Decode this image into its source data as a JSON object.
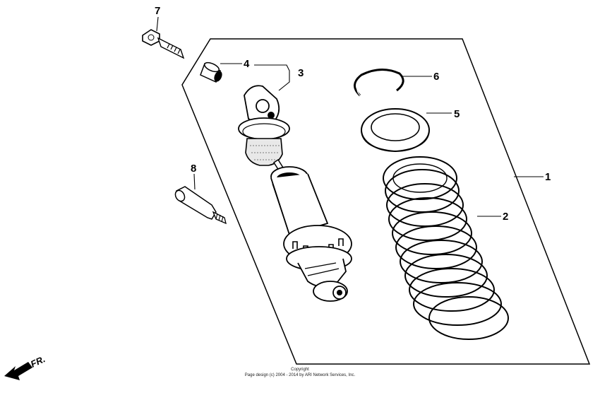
{
  "callouts": {
    "c1": "1",
    "c2": "2",
    "c3": "3",
    "c4": "4",
    "c5": "5",
    "c6": "6",
    "c7": "7",
    "c8": "8"
  },
  "front_marker": "FR.",
  "copyright": {
    "line1": "Copyright",
    "line2": "Page design (c) 2004 - 2014 by ARI Network Services, Inc."
  }
}
